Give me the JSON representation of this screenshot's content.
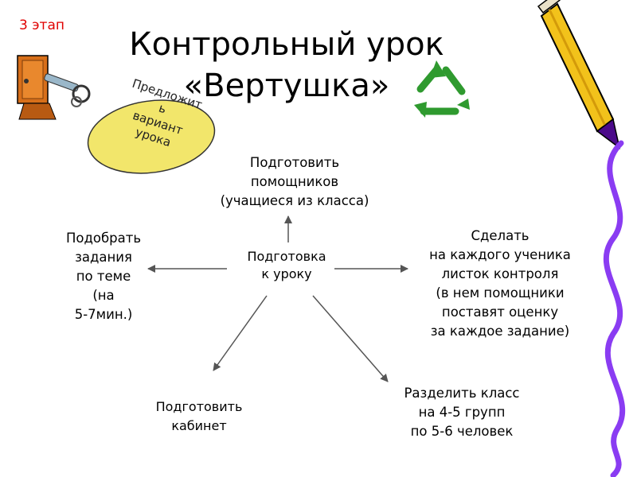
{
  "stage": "3 этап",
  "title_lines": [
    "Контрольный урок",
    "«Вертушка»"
  ],
  "oval_lines": [
    "Предложит",
    "ь",
    "вариант",
    "урока"
  ],
  "center_lines": [
    "Подготовка",
    "к уроку"
  ],
  "top_lines": [
    "Подготовить",
    "помощников",
    "(учащиеся из класса)"
  ],
  "left_lines": [
    "Подобрать",
    "задания",
    "по теме",
    "(на",
    "5-7мин.)"
  ],
  "right_lines": [
    "Сделать",
    "на каждого ученика",
    "листок контроля",
    "(в нем помощники",
    "поставят оценку",
    "за каждое задание)"
  ],
  "bottom_left_lines": [
    "Подготовить",
    "кабинет"
  ],
  "bottom_right_lines": [
    "Разделить класс",
    "на 4-5 групп",
    "по 5-6 человек"
  ],
  "colors": {
    "stage": "#e00000",
    "oval_fill": "#f2e66b",
    "recycle": "#2f9a2f",
    "pencil_body": "#f2c21b",
    "pencil_tip": "#4b0a8a",
    "ribbon": "#8a3cf2",
    "door": "#d76f1a"
  },
  "icons": [
    "door-key-icon",
    "recycle-icon",
    "pencil-icon",
    "ribbon-decoration"
  ]
}
